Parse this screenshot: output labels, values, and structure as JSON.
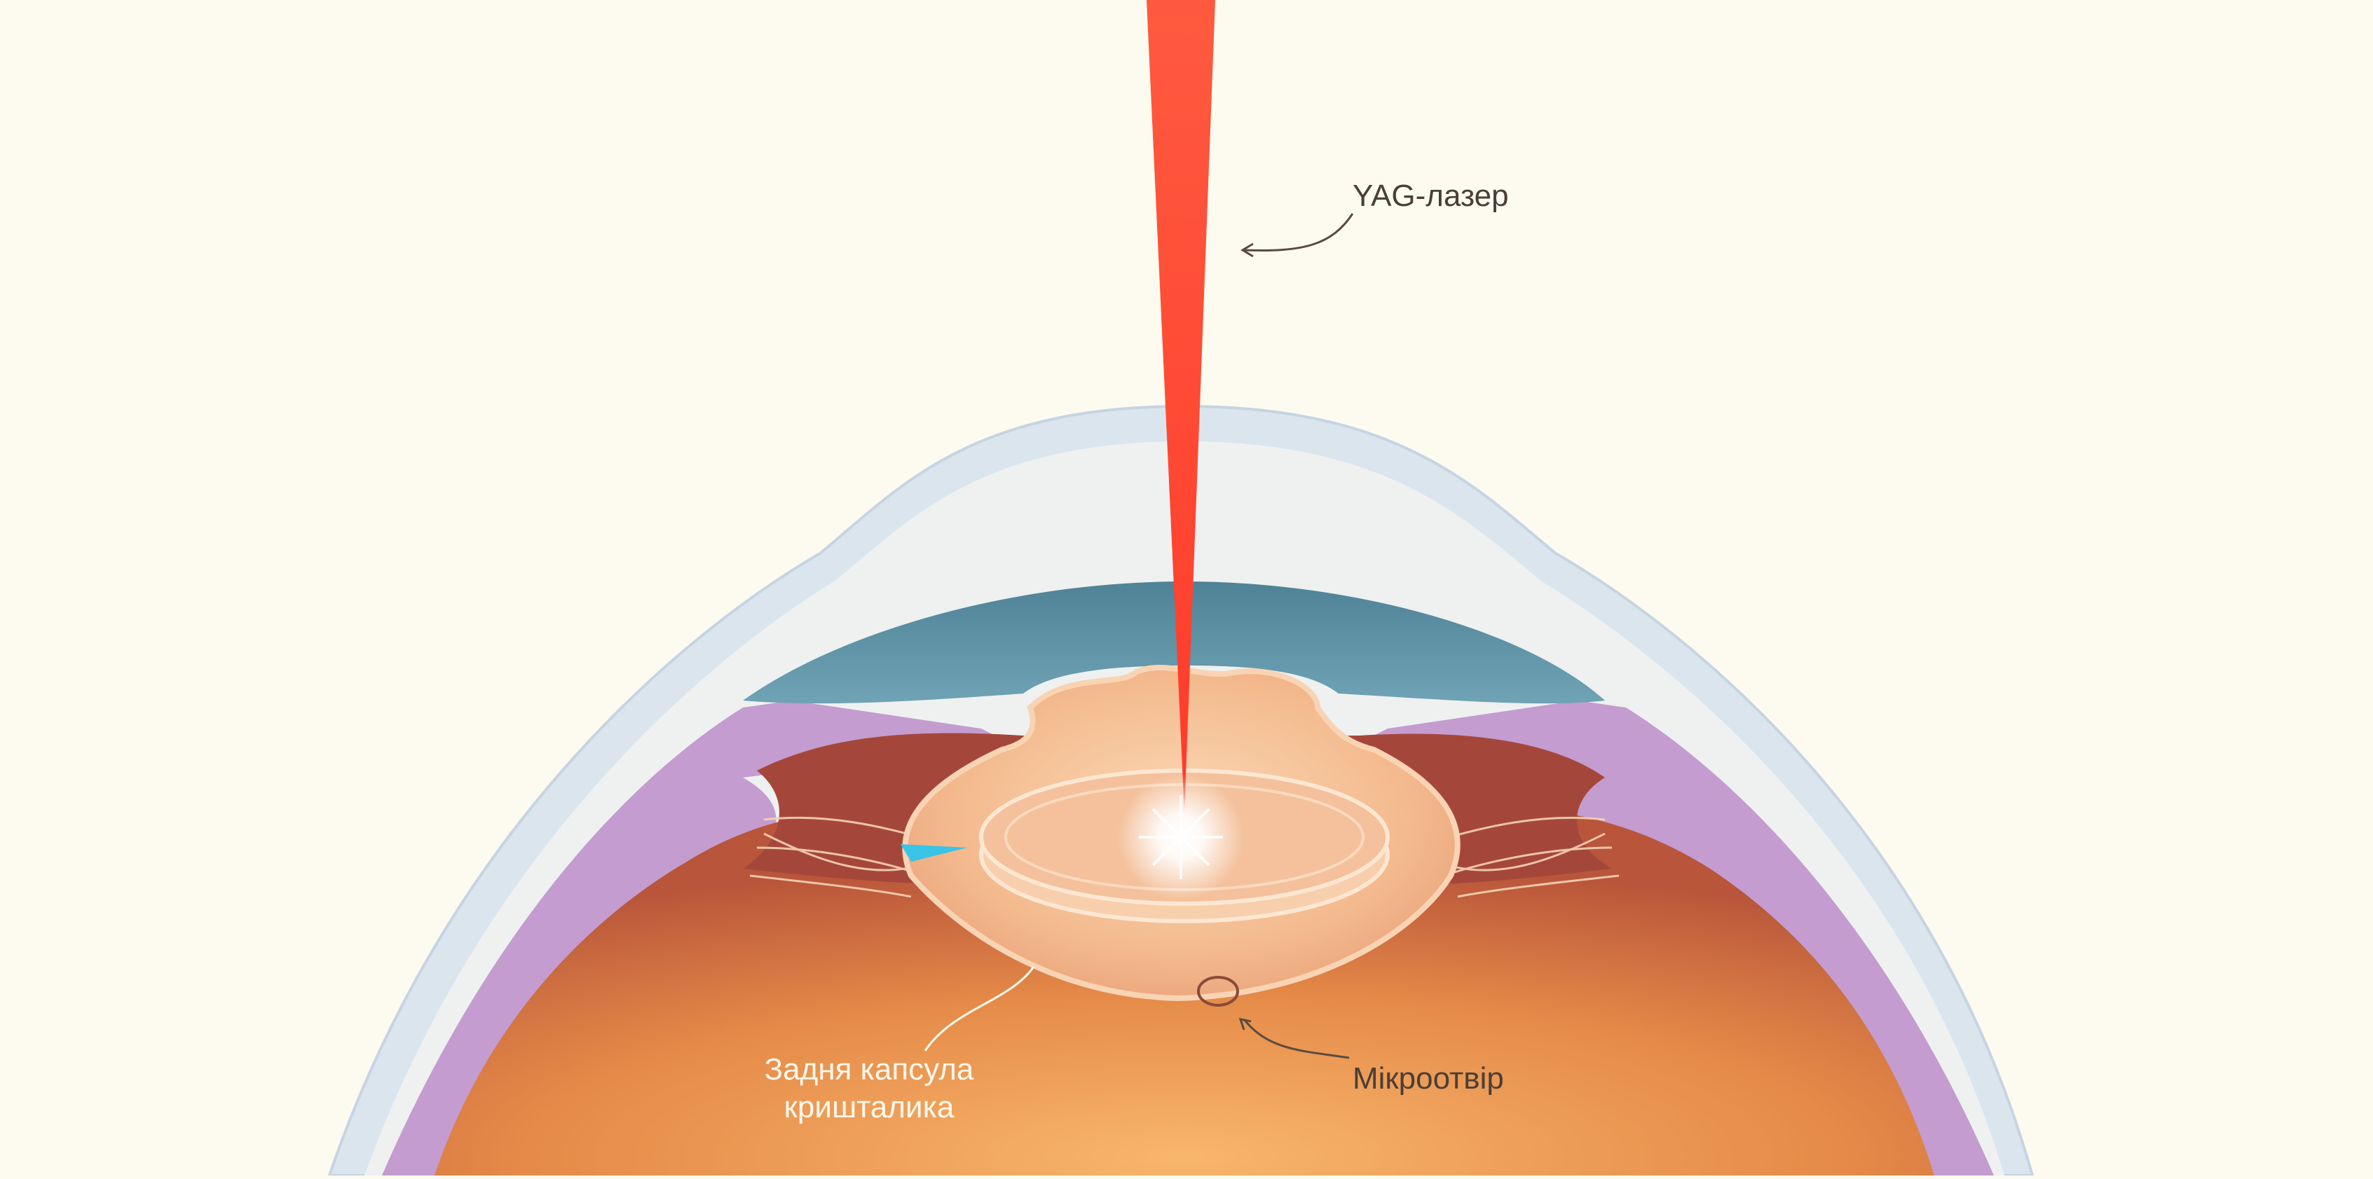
{
  "labels": {
    "laser": "YAG-лазер",
    "capsule_line1": "Задня капсула",
    "capsule_line2": "кришталика",
    "microhole": "Мікроотвір"
  },
  "colors": {
    "background": "#fdfbf0",
    "laser": "#ff4f3a",
    "cornea": "#dde6ee",
    "iris": "#5f93a6",
    "ciliary_body": "#c59dd0",
    "vitreous": "#f2a057",
    "lens": "#f6c29a",
    "marker": "#39c4e8"
  }
}
